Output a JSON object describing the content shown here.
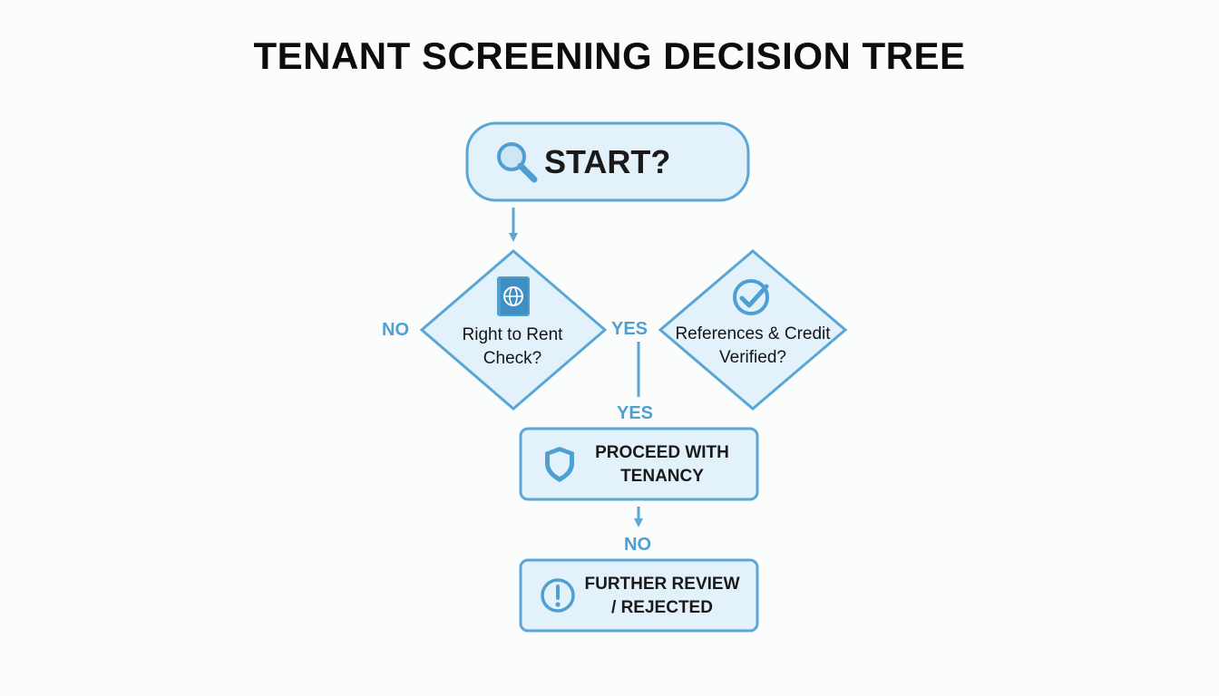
{
  "title": "TENANT SCREENING DECISION TREE",
  "nodes": {
    "start": {
      "label": "START?",
      "icon": "magnifier-icon"
    },
    "right_to_rent": {
      "line1": "Right to Rent",
      "line2": "Check?",
      "icon": "passport-globe-icon"
    },
    "references": {
      "line1": "References & Credit",
      "line2": "Verified?",
      "icon": "check-circle-icon"
    },
    "proceed": {
      "line1": "PROCEED WITH",
      "line2": "TENANCY",
      "icon": "shield-icon"
    },
    "review": {
      "line1": "FURTHER REVIEW",
      "line2": "/ REJECTED",
      "icon": "alert-circle-icon"
    }
  },
  "edge_labels": {
    "no_left": "NO",
    "yes_between": "YES",
    "yes_to_proceed": "YES",
    "no_to_review": "NO"
  },
  "colors": {
    "stroke": "#5aa6d6",
    "fill": "#e3f1fa",
    "label": "#4f9fd2",
    "text": "#111111"
  }
}
